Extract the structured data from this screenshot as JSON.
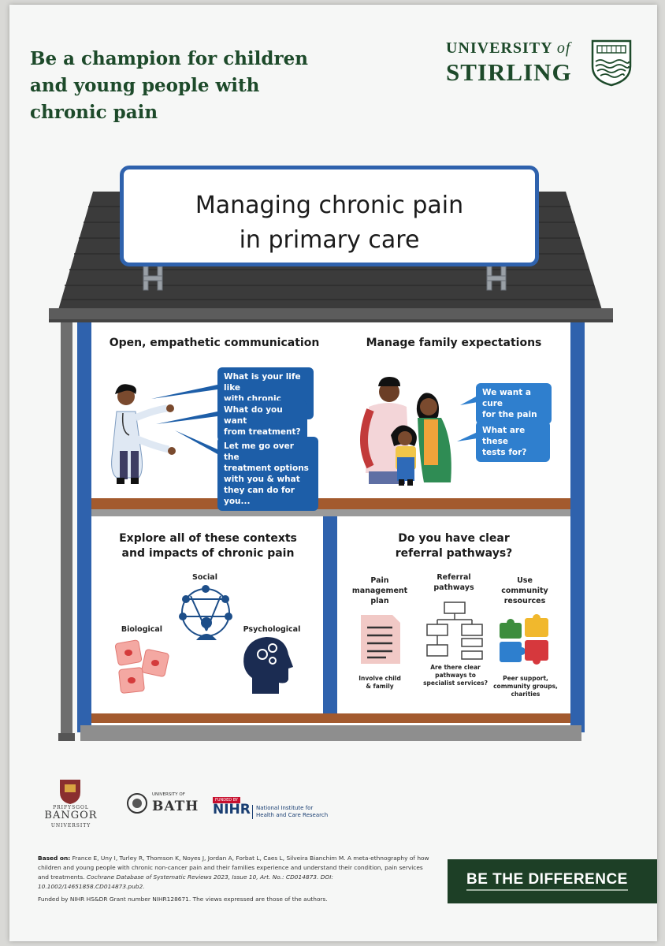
{
  "header": {
    "headline_line1": "Be a champion for children",
    "headline_line2": "and young people with",
    "headline_line3": "chronic pain",
    "university_word": "UNIVERSITY",
    "university_of": "of",
    "university_name": "STIRLING"
  },
  "title": "Managing chronic pain\nin primary care",
  "panels": {
    "communication": {
      "heading": "Open, empathetic communication",
      "bubbles": [
        "What is your life like\nwith chronic pain?",
        "What do you want\nfrom treatment?",
        "Let me go over the\ntreatment options\nwith you & what\nthey can do for you..."
      ]
    },
    "expectations": {
      "heading": "Manage family expectations",
      "bubbles": [
        "We want a cure\nfor the pain",
        "What are these\ntests for?"
      ]
    },
    "contexts": {
      "heading": "Explore all of these contexts\nand impacts of chronic pain",
      "labels": {
        "social": "Social",
        "biological": "Biological",
        "psychological": "Psychological"
      }
    },
    "pathways": {
      "heading": "Do you have clear\nreferral pathways?",
      "columns": [
        {
          "title": "Pain\nmanagement\nplan",
          "caption": "Involve child\n& family"
        },
        {
          "title": "Referral\npathways",
          "caption": "Are there clear\npathways to\nspecialist services?"
        },
        {
          "title": "Use\ncommunity\nresources",
          "caption": "Peer support,\ncommunity groups,\ncharities"
        }
      ]
    }
  },
  "partners": {
    "bangor_pre": "PRIFYSGOL",
    "bangor_name": "BANGOR",
    "bangor_post": "UNIVERSITY",
    "bath_pre": "UNIVERSITY OF",
    "bath_name": "BATH",
    "nihr_funded": "FUNDED BY",
    "nihr_name": "NIHR",
    "nihr_full": "National Institute for\nHealth and Care Research"
  },
  "references": {
    "based_on_label": "Based on:",
    "authors": "France E, Uny I, Turley R, Thomson K, Noyes J, Jordan A, Forbat L, Caes L, Silveira Bianchim M.",
    "article": "A meta-ethnography of how children and young people with chronic non-cancer pain and their families experience and understand their condition, pain services and treatments.",
    "journal": "Cochrane Database of Systematic Reviews 2023, Issue 10,",
    "citation": "Art. No.: CD014873. DOI: 10.1002/14651858.CD014873.pub2.",
    "funding": "Funded by NIHR HS&DR Grant number NIHR128671. The views expressed are those of the authors."
  },
  "cta": "BE THE DIFFERENCE",
  "colors": {
    "brand_green": "#1d4a2a",
    "house_blue": "#2f62ad",
    "bubble_blue": "#1d5ea8",
    "roof": "#3d3d3d",
    "floor_brown": "#a0552b"
  }
}
